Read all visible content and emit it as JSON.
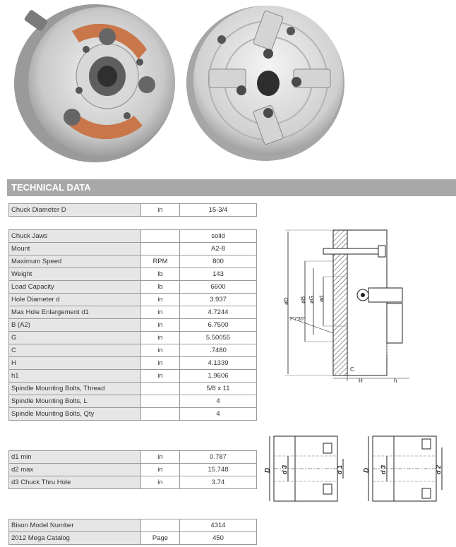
{
  "section_title": "TECHNICAL DATA",
  "table_chuck_diameter": [
    {
      "label": "Chuck Diameter D",
      "unit": "in",
      "value": "15-3/4"
    }
  ],
  "table_specs": [
    {
      "label": "Chuck Jaws",
      "unit": "",
      "value": "solid"
    },
    {
      "label": "Mount",
      "unit": "",
      "value": "A2-8"
    },
    {
      "label": "Maximum Speed",
      "unit": "RPM",
      "value": "800"
    },
    {
      "label": "Weight",
      "unit": "lb",
      "value": "143"
    },
    {
      "label": "Load Capacity",
      "unit": "lb",
      "value": "6600"
    },
    {
      "label": "Hole Diameter d",
      "unit": "in",
      "value": "3.937"
    },
    {
      "label": "Max Hole Enlargement d1",
      "unit": "in",
      "value": "4.7244"
    },
    {
      "label": "B (A2)",
      "unit": "in",
      "value": "6.7500"
    },
    {
      "label": "G",
      "unit": "in",
      "value": "5.50055"
    },
    {
      "label": "C",
      "unit": "in",
      "value": ".7480"
    },
    {
      "label": "H",
      "unit": "in",
      "value": "4.1339"
    },
    {
      "label": "h1",
      "unit": "in",
      "value": "1.9606"
    },
    {
      "label": "Spindle Mounting Bolts, Thread",
      "unit": "",
      "value": "5/8 x 11"
    },
    {
      "label": "Spindle Mounting Bolts, L",
      "unit": "",
      "value": "4"
    },
    {
      "label": "Spindle Mounting Bolts, Qty",
      "unit": "",
      "value": "4"
    }
  ],
  "table_bore": [
    {
      "label": "d1 min",
      "unit": "in",
      "value": "0.787"
    },
    {
      "label": "d2 max",
      "unit": "in",
      "value": "15.748"
    },
    {
      "label": "d3 Chuck Thru Hole",
      "unit": "in",
      "value": "3.74"
    }
  ],
  "table_catalog": [
    {
      "label": "Bison Model Number",
      "unit": "",
      "value": "4314"
    },
    {
      "label": "2012 Mega Catalog",
      "unit": "Page",
      "value": "450"
    }
  ],
  "diagram_side": {
    "dim_D": "øD",
    "dim_B": "øB",
    "dim_G": "øG",
    "dim_d": "ød",
    "angle": "7°7'30\"",
    "dim_C": "C",
    "dim_H": "H",
    "dim_h": "h"
  },
  "diagram_bore": {
    "left_D": "D",
    "left_d3": "d 3",
    "left_d1": "d 1",
    "right_D": "D",
    "right_d3": "d 3",
    "right_d2": "d 2"
  }
}
